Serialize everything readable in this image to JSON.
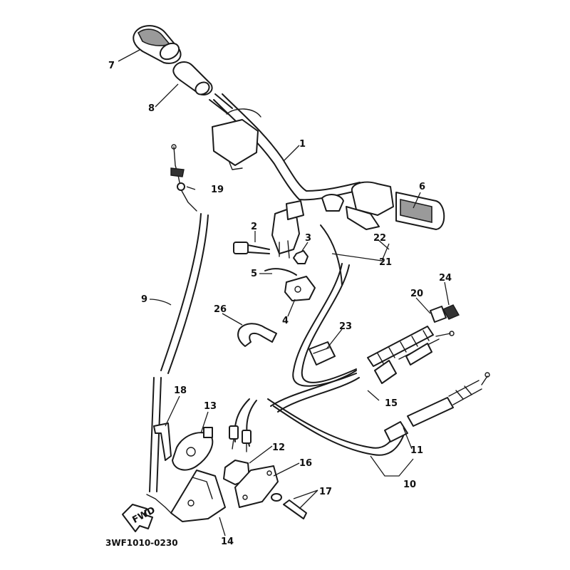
{
  "diagram": {
    "code": "3WF1010-0230",
    "fwd_label": "FWD",
    "callouts": {
      "c1": "1",
      "c2": "2",
      "c3": "3",
      "c4": "4",
      "c5": "5",
      "c6": "6",
      "c7": "7",
      "c8": "8",
      "c9": "9",
      "c10": "10",
      "c11": "11",
      "c12": "12",
      "c13": "13",
      "c14": "14",
      "c15": "15",
      "c16": "16",
      "c17": "17",
      "c18": "18",
      "c19": "19",
      "c20": "20",
      "c21": "21",
      "c22": "22",
      "c23": "23",
      "c24": "24",
      "c26": "26"
    }
  }
}
